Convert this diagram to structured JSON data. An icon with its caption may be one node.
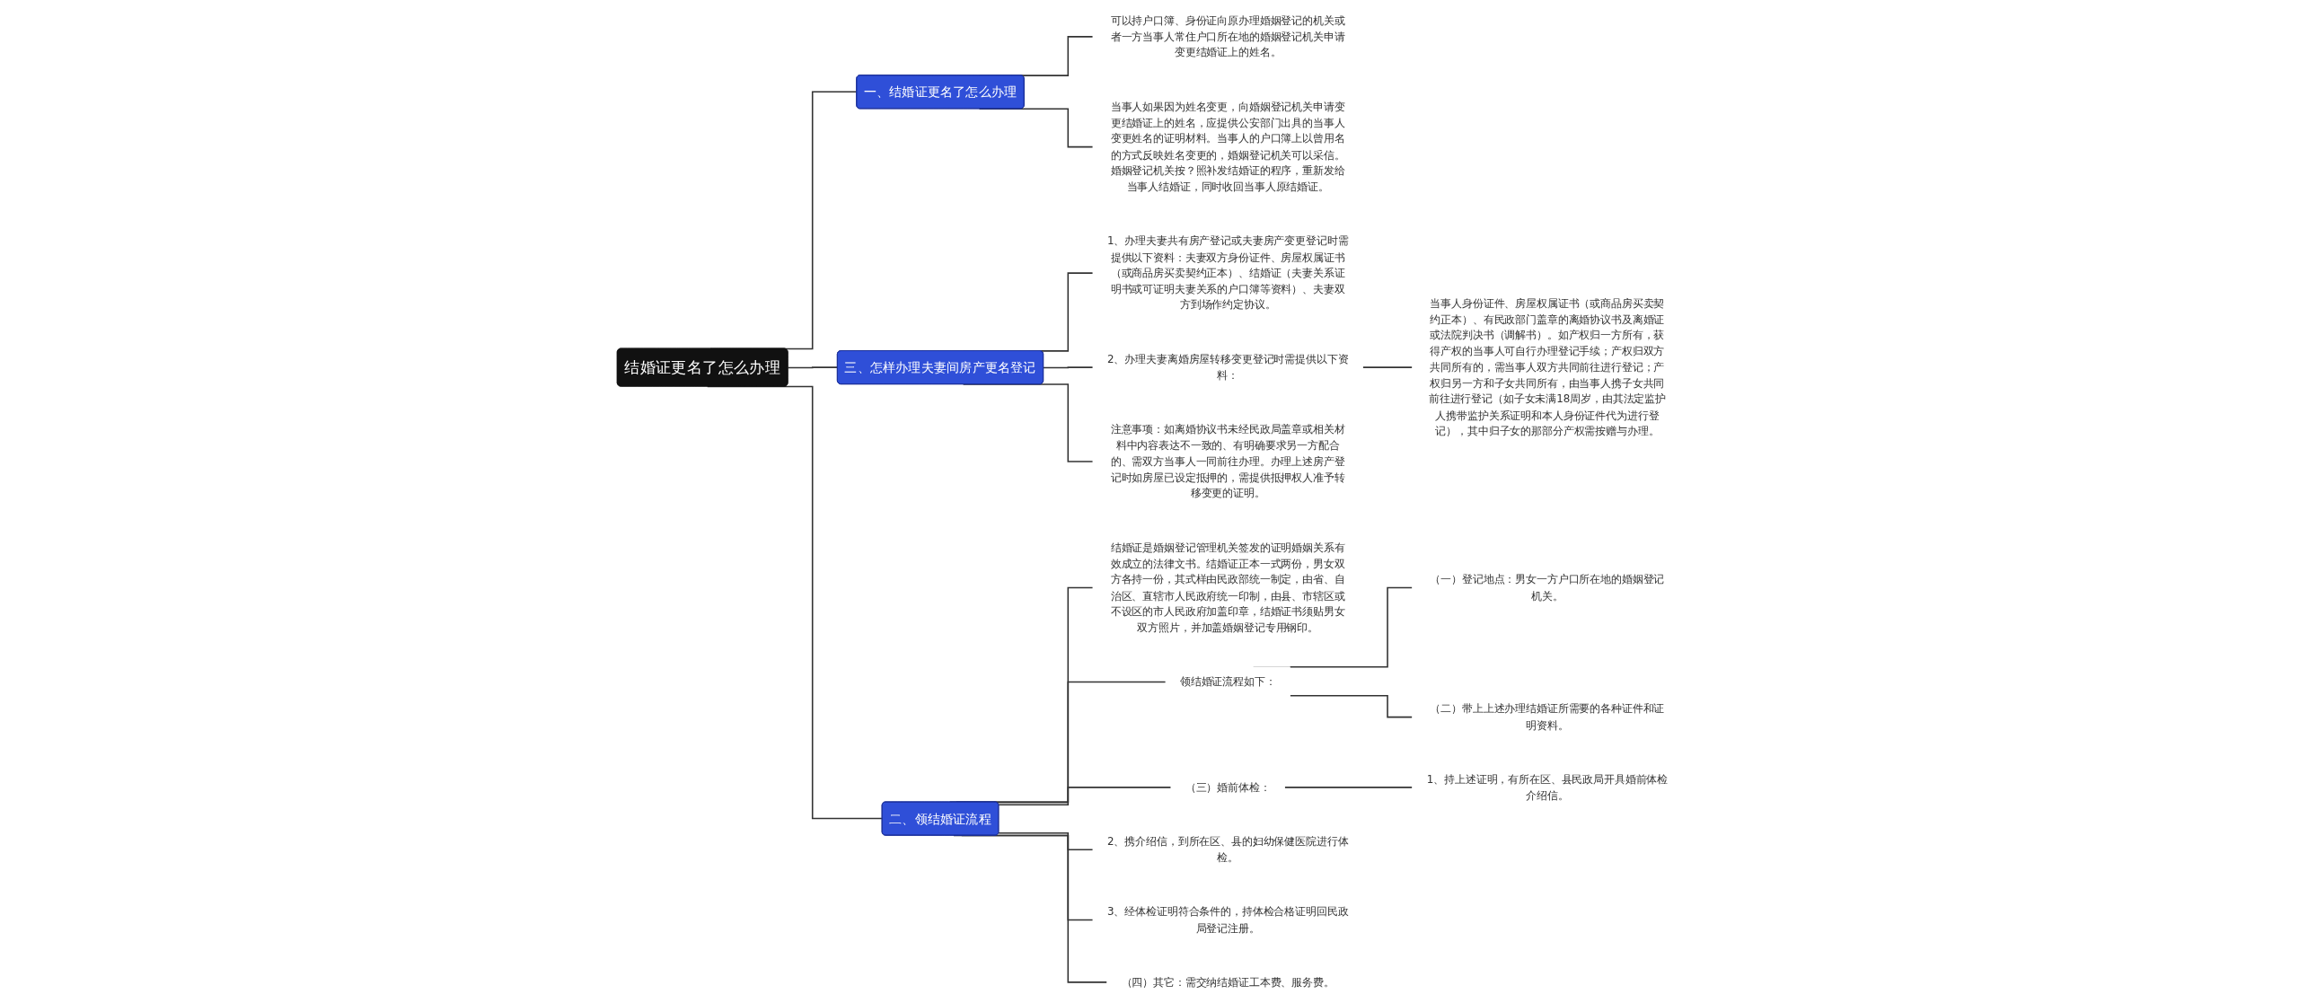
{
  "diagram": {
    "nodes": [
      {
        "text": [
          "结婚证更名了怎么办理"
        ]
      },
      {
        "text": [
          "一、结婚证更名了怎么办理"
        ]
      },
      {
        "text": [
          "可以持户口簿、身份证向原办理婚姻登记的机关或者一方当事人常住户口所在地的婚姻登记机关申请变更结婚证上的姓名。"
        ]
      },
      {
        "text": [
          "当事人如果因为姓名变更，向婚姻登记机关申请变更结婚证上的姓名，应提供公安部门出具的当事人变更姓名的证明材料。当事人的户口簿上以曾用名的方式反映姓名变更的，婚姻登记机关可以采信。婚姻登记机关按？照补发结婚证的程序，重新发给当事人结婚证，同时收回当事人原结婚证。"
        ]
      },
      {
        "text": [
          "三、怎样办理夫妻间房产更名登记"
        ]
      },
      {
        "text": [
          "1、办理夫妻共有房产登记或夫妻房产变更登记时需提供以下资料：夫妻双方身份证件、房屋权属证书（或商品房买卖契约正本）、结婚证（夫妻关系证明书或可证明夫妻关系的户口簿等资料）、夫妻双方到场作约定协议。"
        ]
      },
      {
        "text": [
          "2、办理夫妻离婚房屋转移变更登记时需提供以下资料："
        ]
      },
      {
        "text": [
          "当事人身份证件、房屋权属证书（或商品房买卖契约正本）、有民政部门盖章的离婚协议书及离婚证或法院判决书（调解书）。如产权归一方所有，获得产权的当事人可自行办理登记手续；产权归双方共同所有的，需当事人双方共同前往进行登记；产权归另一方和子女共同所有，由当事人携子女共同前往进行登记（如子女未满18周岁，由其法定监护人携带监护关系证明和本人身份证件代为进行登记），其中归子女的那部分产权需按赠与办理。"
        ]
      },
      {
        "text": [
          "注意事项：如离婚协议书未经民政局盖章或相关材料中内容表达不一致的、有明确要求另一方配合的、需双方当事人一同前往办理。办理上述房产登记时如房屋已设定抵押的，需提供抵押权人准予转移变更的证明。"
        ]
      },
      {
        "text": [
          "二、领结婚证流程"
        ]
      },
      {
        "text": [
          "结婚证是婚姻登记管理机关签发的证明婚姻关系有效成立的法律文书。结婚证正本一式两份，男女双方各持一份，其式样由民政部统一制定，由省、自治区、直辖市人民政府统一印制，由县、市辖区或不设区的市人民政府加盖印章，结婚证书须贴男女双方照片，并加盖婚姻登记专用钢印。"
        ]
      },
      {
        "text": [
          "领结婚证流程如下："
        ]
      },
      {
        "text": [
          "（一）登记地点：男女一方户口所在地的婚姻登记机关。"
        ]
      },
      {
        "text": [
          "（二）带上上述办理结婚证所需要的各种证件和证明资料。"
        ]
      },
      {
        "text": [
          "（三）婚前体检："
        ]
      },
      {
        "text": [
          "1、持上述证明，有所在区、县民政局开具婚前体检介绍信。"
        ]
      },
      {
        "text": [
          "2、携介绍信，到所在区、县的妇幼保健医院进行体检。"
        ]
      },
      {
        "text": [
          "3、经体检证明符合条件的，持体检合格证明回民政局登记注册。"
        ]
      },
      {
        "text": [
          "（四）其它：需交纳结婚证工本费、服务费。"
        ]
      }
    ],
    "edges": [
      {
        "from": 0,
        "to": 1,
        "arrow": "none"
      },
      {
        "from": 1,
        "to": 2,
        "arrow": "none"
      },
      {
        "from": 1,
        "to": 3,
        "arrow": "none"
      },
      {
        "from": 0,
        "to": 4,
        "arrow": "none"
      },
      {
        "from": 4,
        "to": 5,
        "arrow": "none"
      },
      {
        "from": 4,
        "to": 6,
        "arrow": "none"
      },
      {
        "from": 6,
        "to": 7,
        "arrow": "none"
      },
      {
        "from": 4,
        "to": 8,
        "arrow": "none"
      },
      {
        "from": 0,
        "to": 9,
        "arrow": "none"
      },
      {
        "from": 9,
        "to": 10,
        "arrow": "none"
      },
      {
        "from": 9,
        "to": 11,
        "arrow": "none"
      },
      {
        "from": 11,
        "to": 12,
        "arrow": "none"
      },
      {
        "from": 11,
        "to": 13,
        "arrow": "none"
      },
      {
        "from": 9,
        "to": 14,
        "arrow": "none"
      },
      {
        "from": 14,
        "to": 15,
        "arrow": "none"
      },
      {
        "from": 9,
        "to": 16,
        "arrow": "none"
      },
      {
        "from": 9,
        "to": 17,
        "arrow": "none"
      },
      {
        "from": 9,
        "to": 18,
        "arrow": "none"
      }
    ]
  }
}
